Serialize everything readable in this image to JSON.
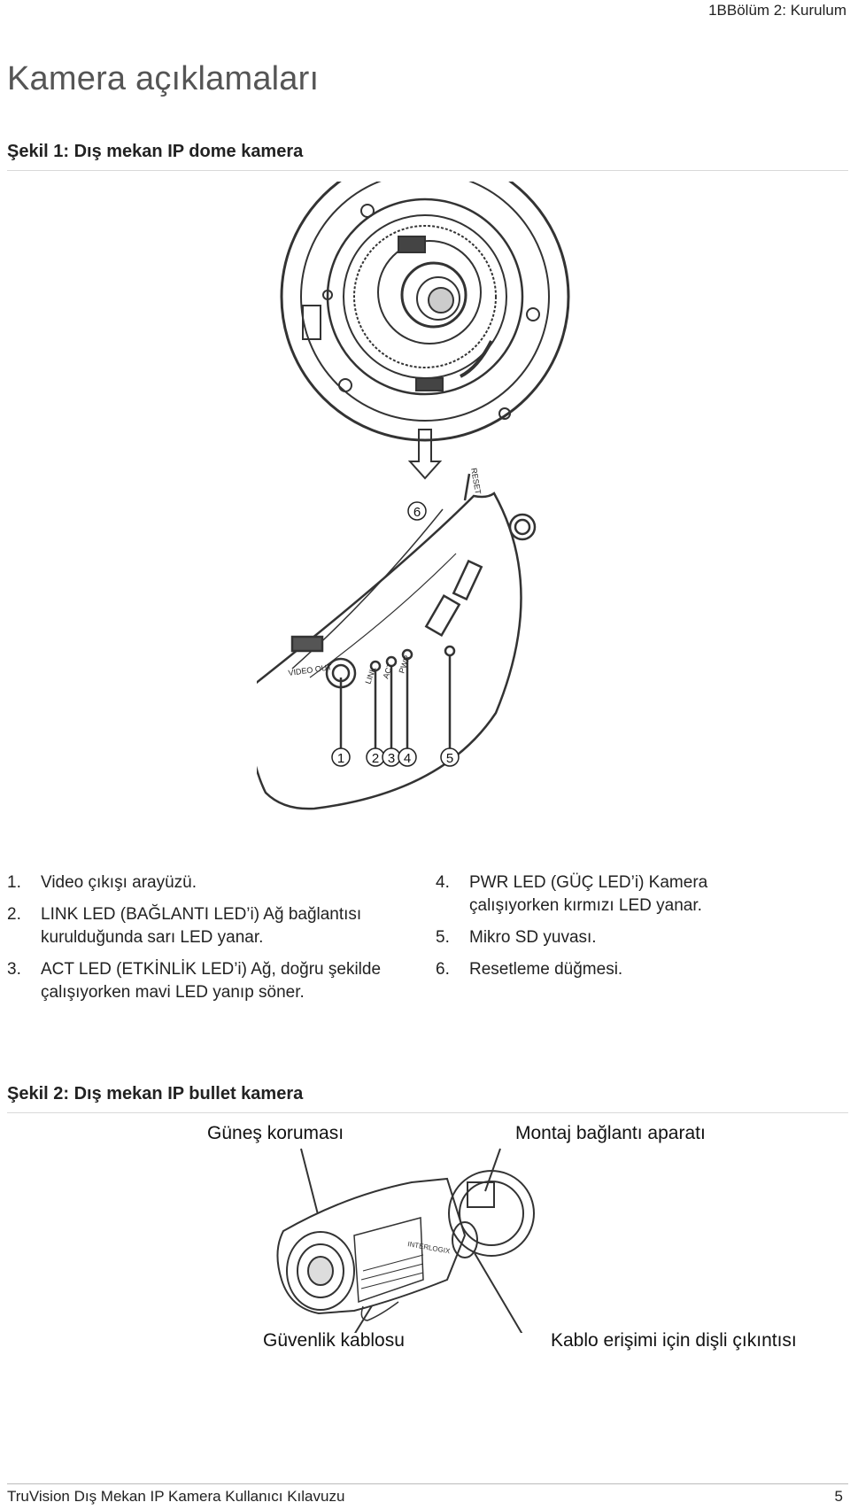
{
  "header": {
    "chapter": "1BBölüm 2: Kurulum"
  },
  "page_title": "Kamera açıklamaları",
  "figure1": {
    "caption": "Şekil 1: Dış mekan IP dome kamera",
    "callout_numbers": [
      "1",
      "2",
      "3",
      "4",
      "5",
      "6"
    ],
    "diagram_labels": {
      "video_out": "VIDEO OUT",
      "link": "LINK",
      "act": "ACT",
      "pwr": "PWR",
      "reset": "RESET"
    },
    "items_left": [
      {
        "num": "1.",
        "text": "Video çıkışı arayüzü."
      },
      {
        "num": "2.",
        "text": "LINK LED (BAĞLANTI LED’i) Ağ bağlantısı kurulduğunda sarı LED yanar."
      },
      {
        "num": "3.",
        "text": "ACT LED (ETKİNLİK LED’i) Ağ, doğru şekilde çalışıyorken mavi LED yanıp söner."
      }
    ],
    "items_right": [
      {
        "num": "4.",
        "text": "PWR LED (GÜÇ LED’i) Kamera çalışıyorken kırmızı LED yanar."
      },
      {
        "num": "5.",
        "text": "Mikro SD yuvası."
      },
      {
        "num": "6.",
        "text": "Resetleme düğmesi."
      }
    ]
  },
  "figure2": {
    "caption": "Şekil 2: Dış mekan IP bullet kamera",
    "label_sunshield": "Güneş koruması",
    "label_mount": "Montaj bağlantı aparatı",
    "label_cable": "Güvenlik kablosu",
    "label_cable_access": "Kablo erişimi için dişli çıkıntısı",
    "brand_mark": "INTERLOGIX"
  },
  "footer": {
    "left": "TruVision Dış Mekan IP Kamera Kullanıcı Kılavuzu",
    "page": "5"
  }
}
